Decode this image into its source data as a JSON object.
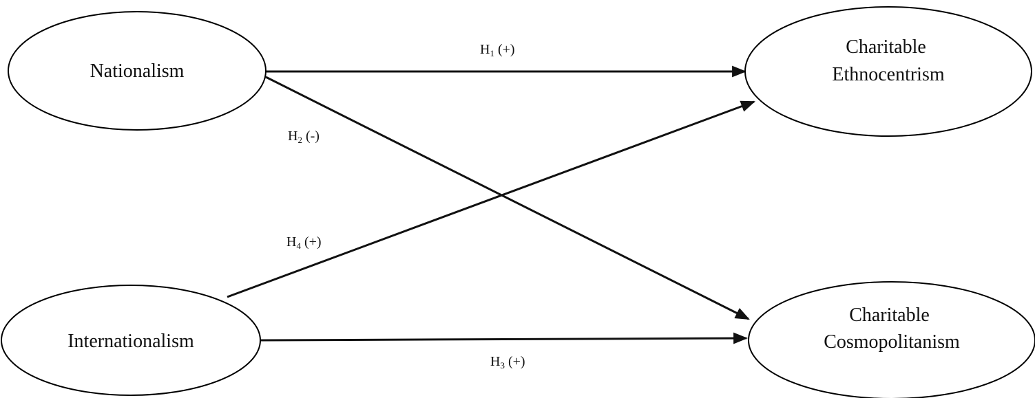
{
  "nodes": {
    "nationalism": {
      "label": "Nationalism"
    },
    "internationalism": {
      "label": "Internationalism"
    },
    "ethnocentrism": {
      "line1": "Charitable",
      "line2": "Ethnocentrism"
    },
    "cosmopolitanism": {
      "line1": "Charitable",
      "line2": "Cosmopolitanism"
    }
  },
  "edges": {
    "h1": {
      "letter": "H",
      "sub": "1",
      "sign": " (+)",
      "from": "Nationalism",
      "to": "Charitable Ethnocentrism"
    },
    "h2": {
      "letter": "H",
      "sub": "2",
      "sign": " (-)",
      "from": "Nationalism",
      "to": "Charitable Cosmopolitanism"
    },
    "h3": {
      "letter": "H",
      "sub": "3",
      "sign": " (+)",
      "from": "Internationalism",
      "to": "Charitable Cosmopolitanism"
    },
    "h4": {
      "letter": "H",
      "sub": "4",
      "sign": " (+)",
      "from": "Internationalism",
      "to": "Charitable Ethnocentrism"
    }
  },
  "colors": {
    "stroke": "#000000",
    "text": "#111111",
    "background": "#ffffff"
  }
}
